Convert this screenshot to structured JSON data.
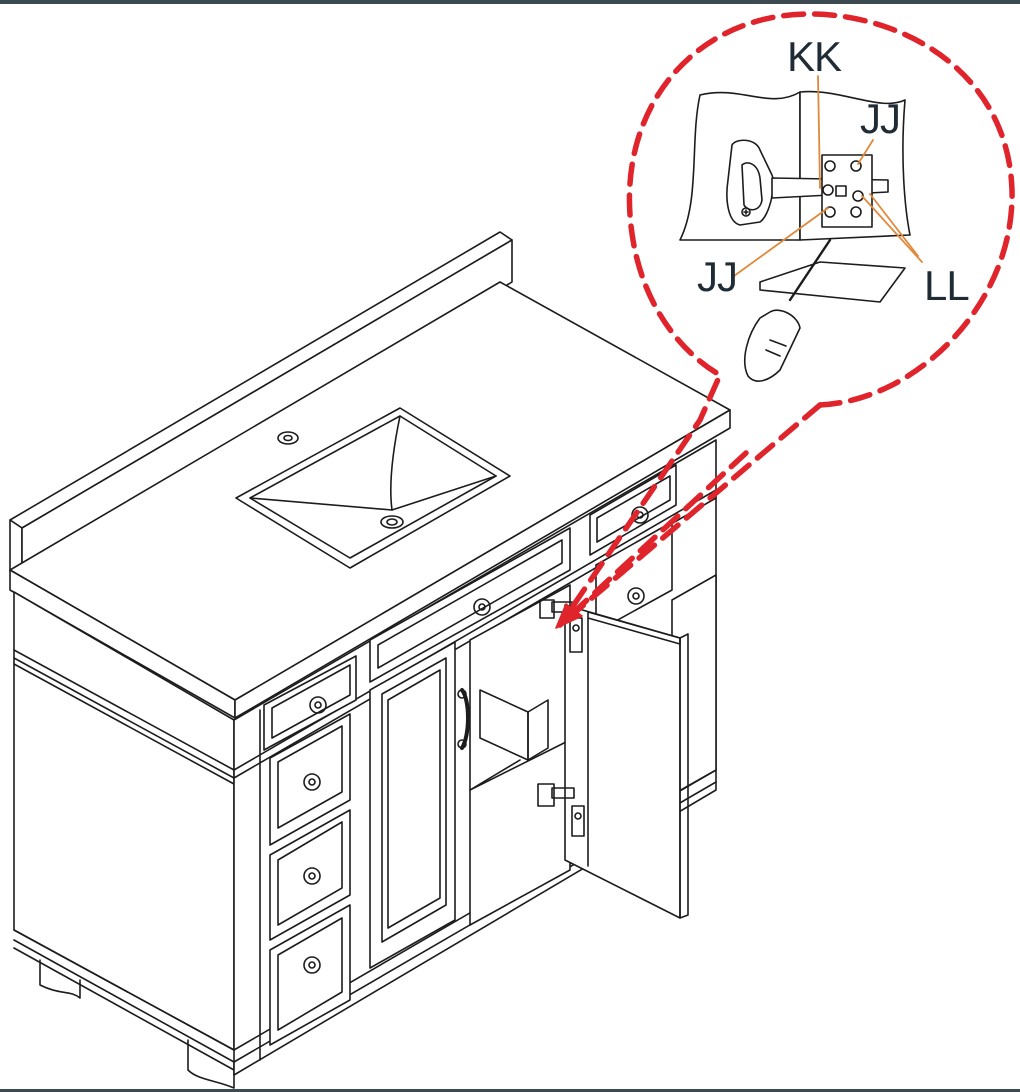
{
  "callouts": [
    {
      "id": "kk",
      "text": "KK"
    },
    {
      "id": "jj-top",
      "text": "JJ"
    },
    {
      "id": "jj-bottom",
      "text": "JJ"
    },
    {
      "id": "ll",
      "text": "LL"
    }
  ],
  "colors": {
    "line": "#1c1c1c",
    "callout_dash": "#e0242b",
    "leader": "#e0893a",
    "frame": "#3d4a52"
  },
  "icons": [
    "screwdriver-icon",
    "hinge-icon"
  ]
}
